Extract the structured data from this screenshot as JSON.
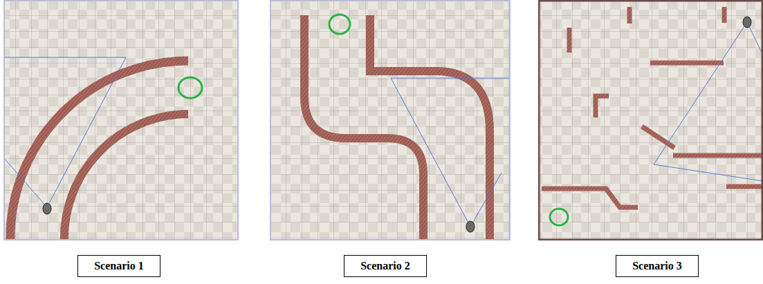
{
  "diagram": {
    "nodes": [
      {
        "text": [
          "Scenario 1"
        ]
      },
      {
        "text": [
          "Scenario 2"
        ]
      },
      {
        "text": [
          "Scenario 3"
        ]
      }
    ]
  }
}
